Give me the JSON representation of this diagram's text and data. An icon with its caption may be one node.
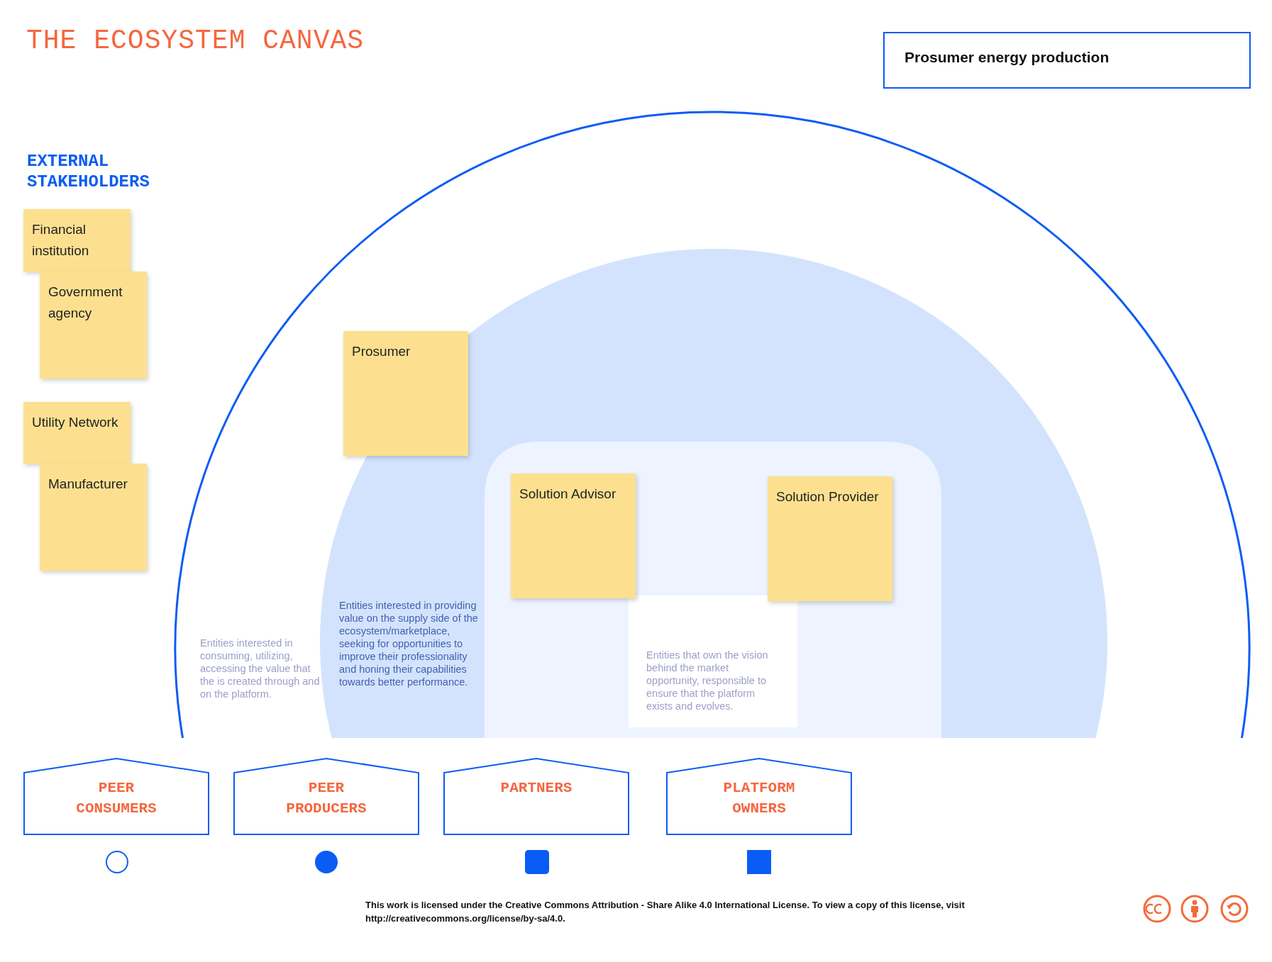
{
  "diagram": {
    "title": "THE ECOSYSTEM CANVAS",
    "nodes": [
      {
        "text": [
          "Prosumer energy production"
        ]
      },
      {
        "text": [
          "Financial institution"
        ]
      },
      {
        "text": [
          "Government agency"
        ]
      },
      {
        "text": [
          "Utility Network"
        ]
      },
      {
        "text": [
          "Manufacturer"
        ]
      },
      {
        "text": [
          "Entities interested in consuming, utilizing, accessing the value that the is created through and on the platform."
        ]
      },
      {
        "text": [
          "Entities interested in providing value on the supply side of the ecosystem/marketplace, seeking for opportunities to improve their professionality and honing their capabilities towards better performance."
        ],
        "in": 5
      },
      {
        "text": [
          "Prosumer"
        ],
        "in": 5
      },
      {
        "text": [],
        "shape": "box",
        "in": 6
      },
      {
        "text": [
          "Solution Advisor"
        ],
        "in": 8
      },
      {
        "text": [
          "Solution Provider"
        ],
        "in": 8
      },
      {
        "text": [
          "Entities that own the vision behind the market opportunity, responsible to ensure that the platform exists and evolves."
        ],
        "in": 8
      },
      {
        "text": [
          "PEER CONSUMERS"
        ]
      },
      {
        "text": [
          "PEER PRODUCERS"
        ]
      },
      {
        "text": [
          "PARTNERS"
        ]
      },
      {
        "text": [
          "PLATFORM OWNERS"
        ]
      }
    ],
    "labels": [
      "EXTERNAL STAKEHOLDERS",
      "This work is licensed under the Creative Commons Attribution - Share Alike 4.0 International License. To view a copy of this license, visit http://creativecommons.org/license/by-sa/4.0."
    ]
  }
}
